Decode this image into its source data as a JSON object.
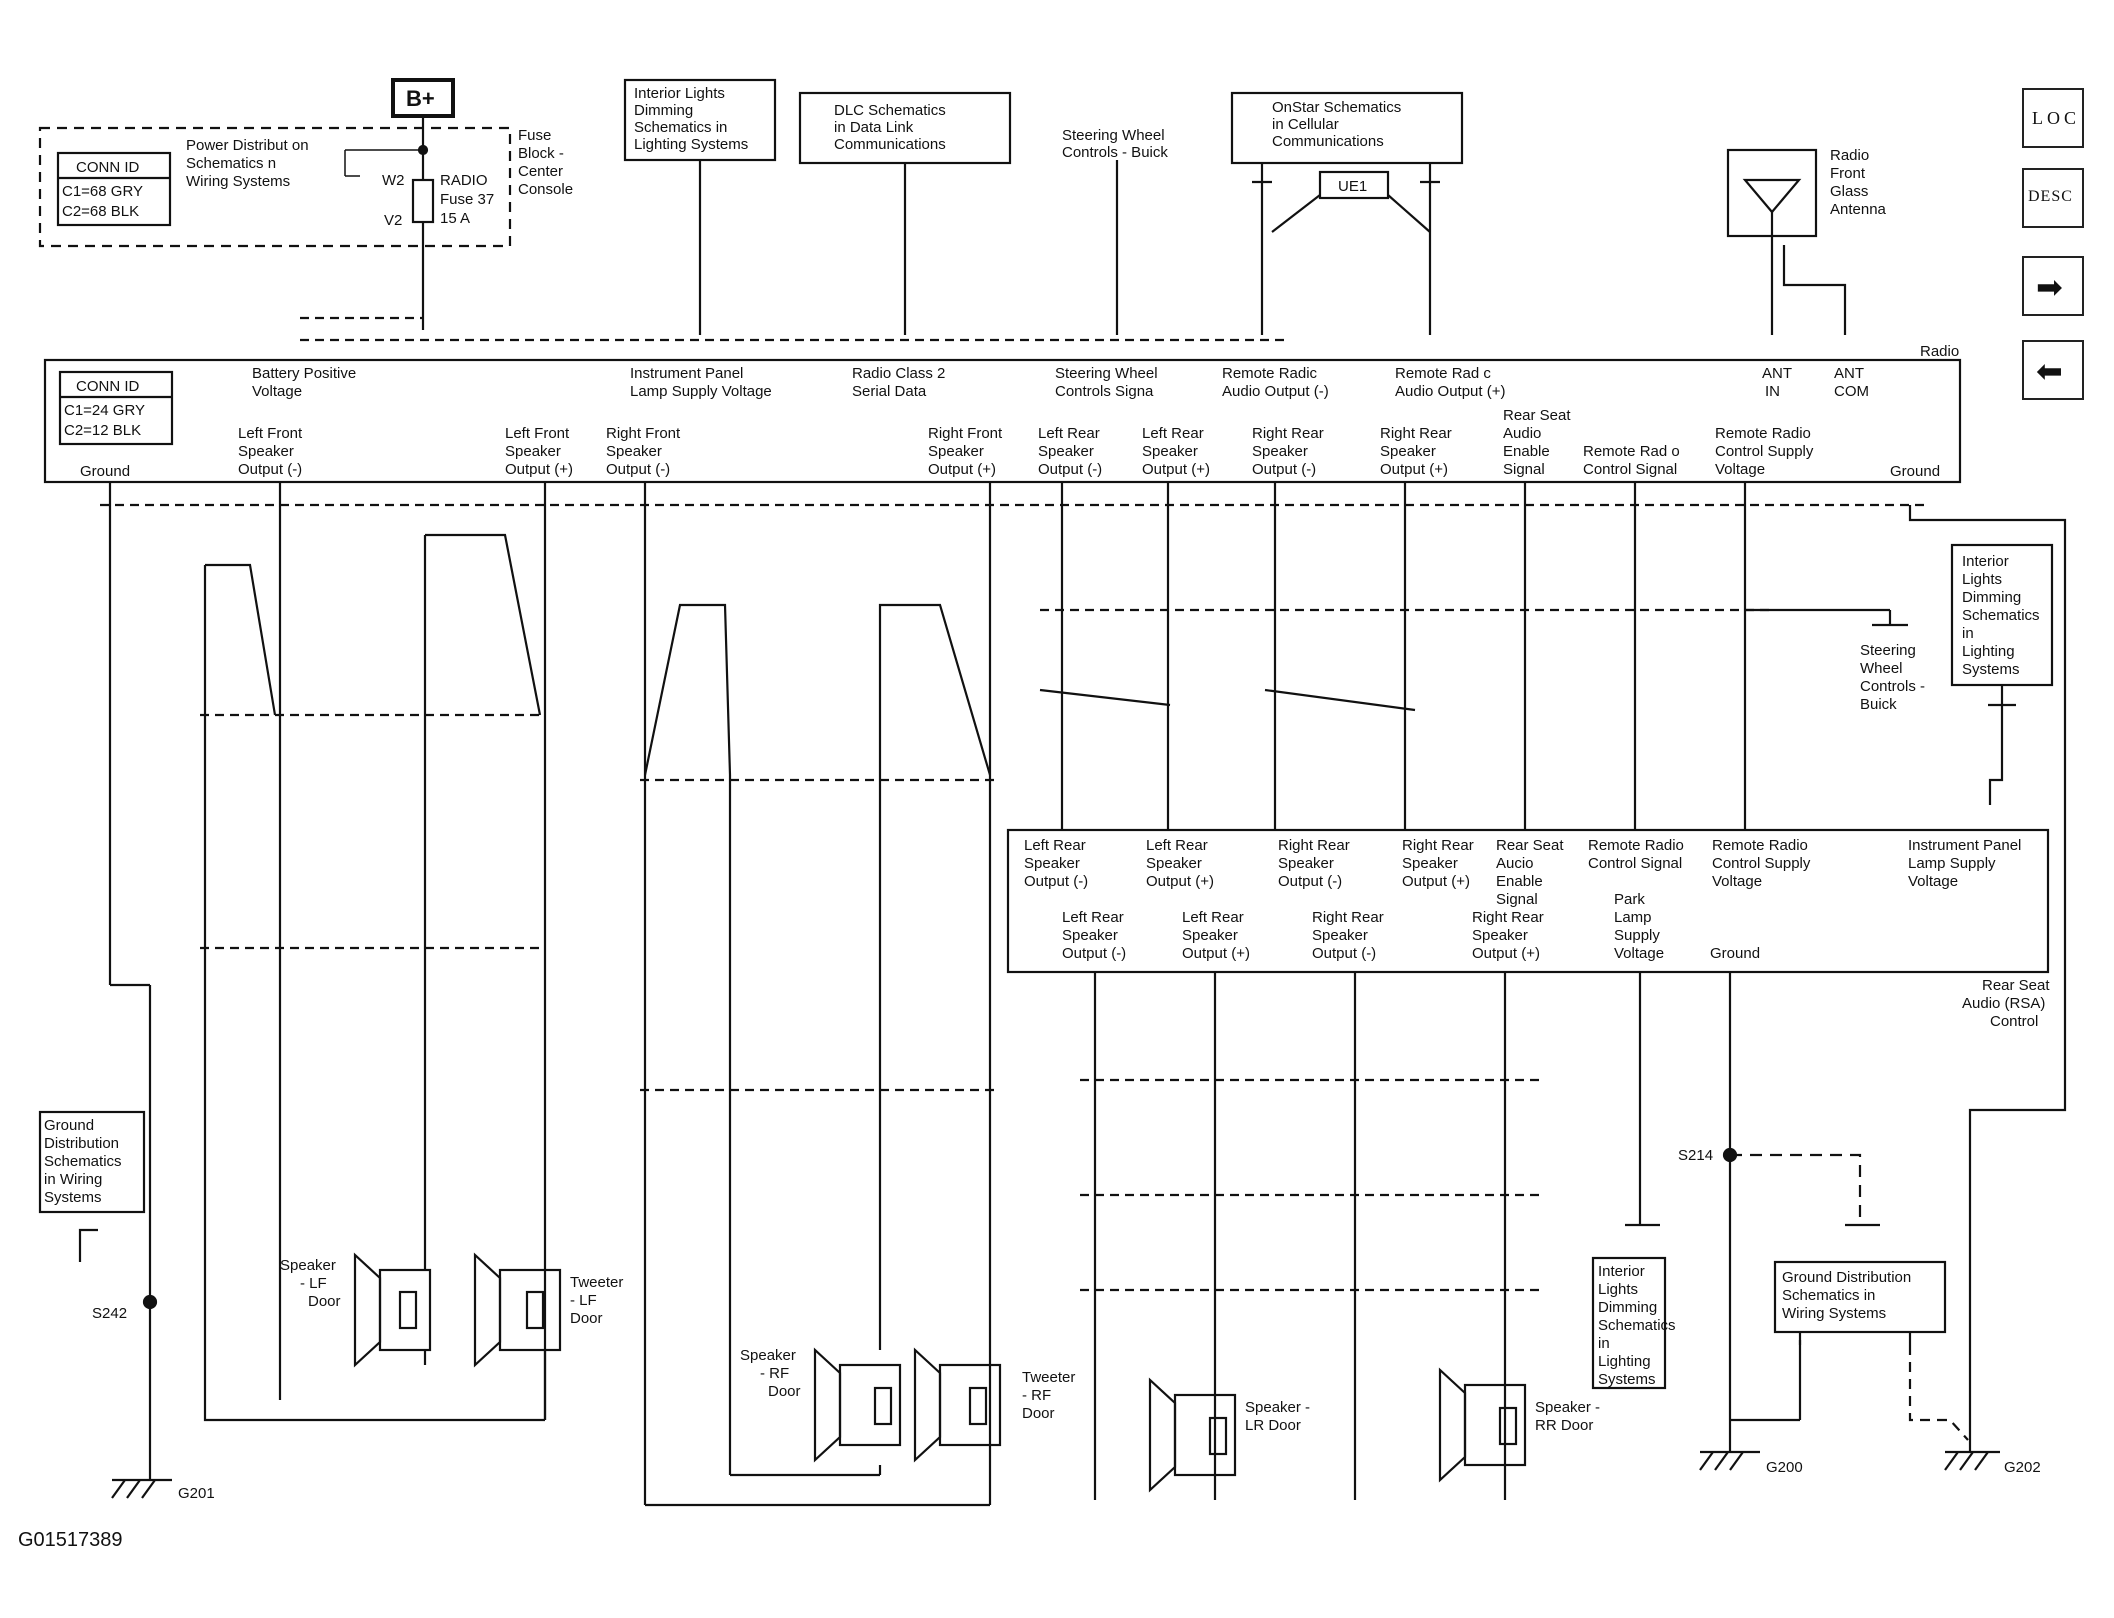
{
  "figure_id": "G01517389",
  "power": {
    "bplus": "B+",
    "fuse_lines": [
      "RADIO",
      "Fuse 37",
      "15 A"
    ],
    "fuse_block": [
      "Fuse",
      "Block -",
      "Center",
      "Console"
    ],
    "power_dist": [
      "Power Distribut on",
      "Schematics n",
      "Wiring  Systems"
    ],
    "w2": "W2",
    "v2": "V2",
    "conn": [
      "CONN ID",
      "C1=68 GRY",
      "C2=68 BLK"
    ]
  },
  "refs": {
    "interior_top": [
      "Interior Lights",
      "Dimming",
      "Schematics in",
      "Lighting Systems"
    ],
    "dlc": [
      "DLC Schematics",
      "in Data Link",
      "Communications"
    ],
    "steering": [
      "Steering Wheel",
      "Controls - Buick"
    ],
    "onstar": [
      "OnStar Schematics",
      "in Cellular",
      "Communications"
    ],
    "ue1": "UE1",
    "antenna": [
      "Radio",
      "Front",
      "Glass",
      "Antenna"
    ],
    "ground_dist_left": [
      "Ground",
      "Distribution",
      "Schematics",
      "in Wiring",
      "Systems"
    ],
    "interior_right": [
      "Interior",
      "Lights",
      "Dimming",
      "Schematics",
      "in",
      "Lighting",
      "Systems"
    ],
    "steering_right": [
      "Steering",
      "Wheel",
      "Controls -",
      "Buick"
    ],
    "interior_bottom": [
      "Interior",
      "Lights",
      "Dimming",
      "Schematics",
      "in",
      "Lighting",
      "Systems"
    ],
    "ground_dist_bottom": [
      "Ground Distribution",
      "Schematics in",
      "Wiring Systems"
    ]
  },
  "radio": {
    "name": "Radio",
    "conn": [
      "CONN ID",
      "C1=24 GRY",
      "C2=12 BLK"
    ],
    "top_pins": [
      {
        "label": [
          "Battery Positive",
          "Voltage"
        ]
      },
      {
        "label": [
          "Instrument Panel",
          "Lamp Supply Voltage"
        ]
      },
      {
        "label": [
          "Radio Class 2",
          "Serial Data"
        ]
      },
      {
        "label": [
          "Steering Wheel",
          "Controls Signa"
        ]
      },
      {
        "label": [
          "Remote Radic",
          "Audio Output (-)"
        ]
      },
      {
        "label": [
          "Remote Rad c",
          "Audio Output (+)"
        ]
      },
      {
        "label": [
          "ANT",
          "IN"
        ]
      },
      {
        "label": [
          "ANT",
          "COM"
        ]
      }
    ],
    "bottom_pins": [
      [
        "Ground"
      ],
      [
        "Left Front",
        "Speaker",
        "Output (-)"
      ],
      [
        "Left Front",
        "Speaker",
        "Output (+)"
      ],
      [
        "Right Front",
        "Speaker",
        "Output (-)"
      ],
      [
        "Right Front",
        "Speaker",
        "Output (+)"
      ],
      [
        "Left Rear",
        "Speaker",
        "Output (-)"
      ],
      [
        "Left Rear",
        "Speaker",
        "Output (+)"
      ],
      [
        "Right Rear",
        "Speaker",
        "Output (-)"
      ],
      [
        "Right Rear",
        "Speaker",
        "Output (+)"
      ],
      [
        "Rear Seat",
        "Audio",
        "Enable",
        "Signal"
      ],
      [
        "Remote Rad o",
        "Control Signal"
      ],
      [
        "Remote Radio",
        "Control Supply",
        "Voltage"
      ],
      [
        "Ground"
      ]
    ]
  },
  "rsa": {
    "name": [
      "Rear Seat",
      "Audio (RSA)",
      "Control"
    ],
    "top_pins": [
      [
        "Left Rear",
        "Speaker",
        "Output (-)"
      ],
      [
        "Left Rear",
        "Speaker",
        "Output (+)"
      ],
      [
        "Right Rear",
        "Speaker",
        "Output (-)"
      ],
      [
        "Right Rear",
        "Speaker",
        "Output (+)"
      ],
      [
        "Rear Seat",
        "Aucio",
        "Enable",
        "Signal"
      ],
      [
        "Remote Radio",
        "Control Signal"
      ],
      [
        "Remote Radio",
        "Control Supply",
        "Voltage"
      ],
      [
        "Instrument Panel",
        "Lamp Supply",
        "Voltage"
      ]
    ],
    "bottom_pins": [
      [
        "Left Rear",
        "Speaker",
        "Output (-)"
      ],
      [
        "Left Rear",
        "Speaker",
        "Output (+)"
      ],
      [
        "Right Rear",
        "Speaker",
        "Output (-)"
      ],
      [
        "Right Rear",
        "Speaker",
        "Output (+)"
      ],
      [
        "Park",
        "Lamp",
        "Supply",
        "Voltage"
      ],
      [
        "Ground"
      ]
    ]
  },
  "components": {
    "spk_lf": [
      "Speaker",
      "- LF",
      "Door"
    ],
    "tw_lf": [
      "Tweeter",
      "- LF",
      "Door"
    ],
    "spk_rf": [
      "Speaker",
      "- RF",
      "Door"
    ],
    "tw_rf": [
      "Tweeter",
      "- RF",
      "Door"
    ],
    "spk_lr": [
      "Speaker -",
      "LR Door"
    ],
    "spk_rr": [
      "Speaker -",
      "RR Door"
    ]
  },
  "grounds": [
    "G201",
    "G200",
    "G202"
  ],
  "splices": [
    "S242",
    "S214"
  ],
  "nav": {
    "loc": "LOC",
    "desc": "DESC",
    "next": "➡",
    "prev": "⬅"
  }
}
